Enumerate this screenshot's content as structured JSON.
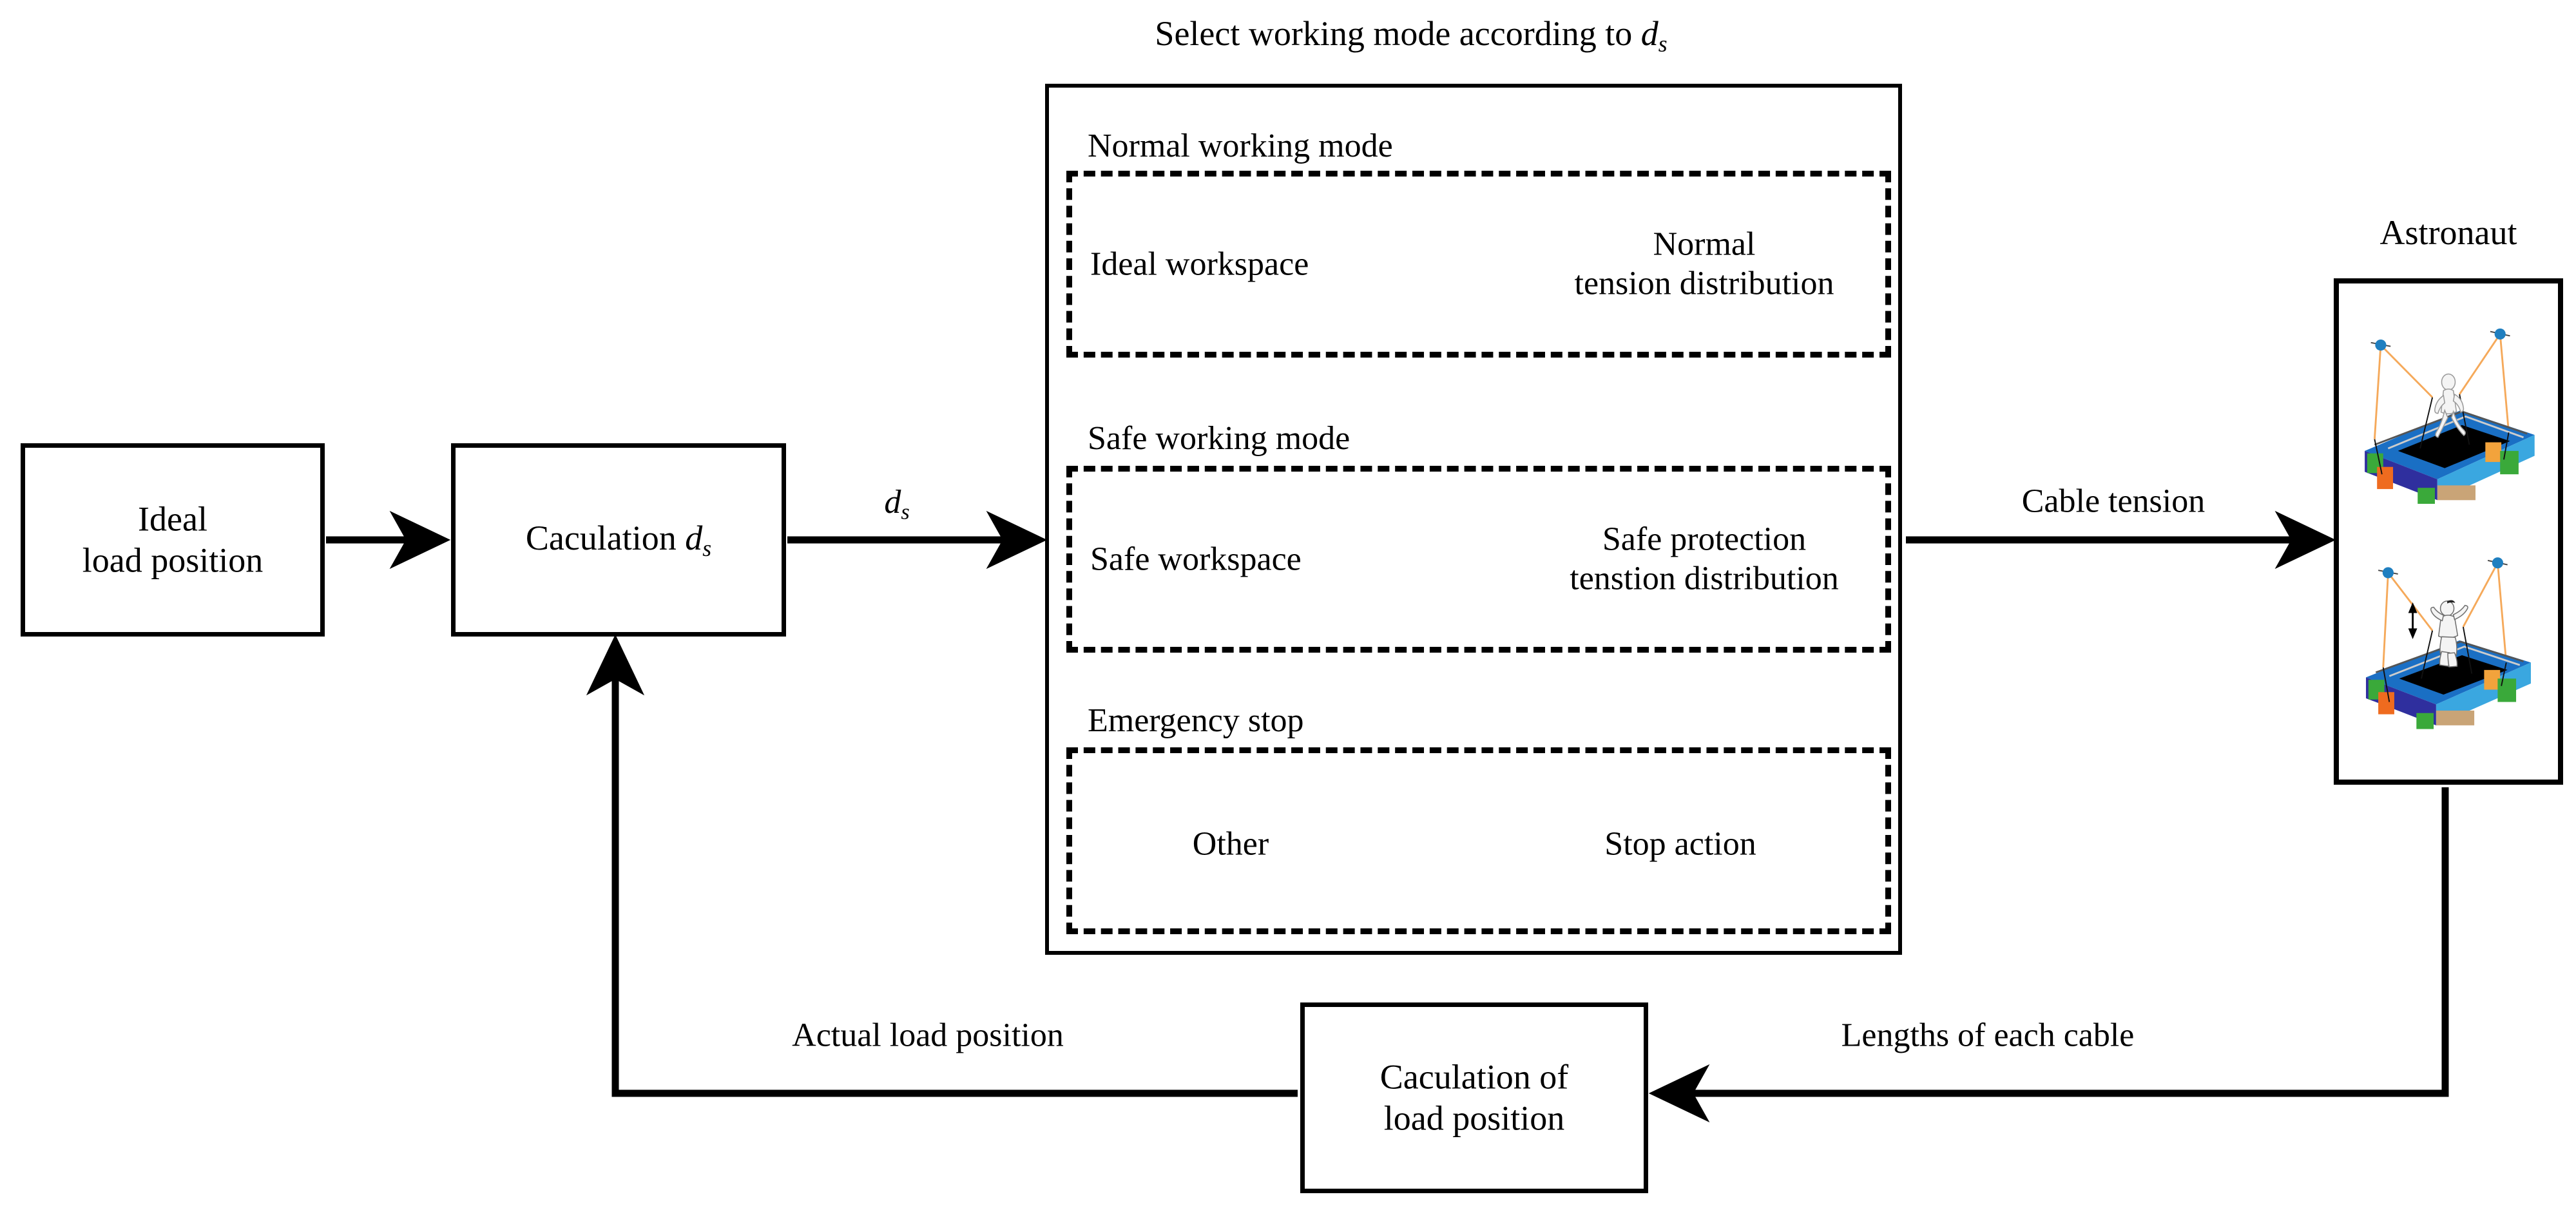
{
  "diagram": {
    "title": "Select working mode according to",
    "title_symbol": "d",
    "title_symbol_sub": "s"
  },
  "blocks": {
    "ideal_load_position": {
      "line1": "Ideal",
      "line2": "load position"
    },
    "calculation_ds": {
      "text": "Caculation",
      "symbol": "d",
      "symbol_sub": "s"
    },
    "calculation_of_load_position": {
      "line1": "Caculation of",
      "line2": "load position"
    },
    "astronaut": {
      "caption": "Astronaut"
    }
  },
  "modes": [
    {
      "heading": "Normal working mode",
      "source": "Ideal workspace",
      "target_line1": "Normal",
      "target_line2": "tension distribution"
    },
    {
      "heading": "Safe working mode",
      "source": "Safe workspace",
      "target_line1": "Safe protection",
      "target_line2": "tenstion distribution"
    },
    {
      "heading": "Emergency stop",
      "source": "Other",
      "target_line1": "Stop action",
      "target_line2": ""
    }
  ],
  "edge_labels": {
    "ds": "d",
    "ds_sub": "s",
    "cable_tension": "Cable tension",
    "lengths_of_each_cable": "Lengths of each cable",
    "actual_load_position": "Actual load position"
  },
  "colors": {
    "ink": "#000000",
    "background": "#ffffff",
    "platform_blue": "#1a6fc4",
    "platform_dark_blue": "#2f2f9e",
    "platform_light_blue": "#3aa7e0",
    "block_green": "#3aa93a",
    "block_orange": "#ef6b1f",
    "block_tan": "#c9a477",
    "cable_orange": "#f5a95a",
    "pulley_blue": "#1f7fc0",
    "figure": "#f2f2f2"
  }
}
